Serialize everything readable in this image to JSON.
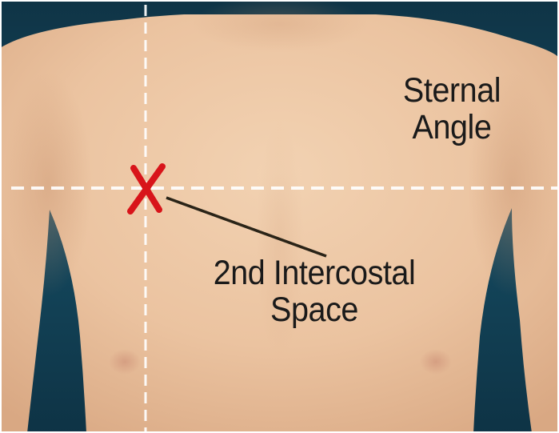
{
  "labels": {
    "sternal_angle": {
      "line1": "Sternal",
      "line2": "Angle"
    },
    "intercostal_space": {
      "line1": "2nd Intercostal",
      "line2": "Space"
    }
  },
  "marker": {
    "symbol": "X",
    "color": "#d8141a"
  },
  "colors": {
    "background": "#123f52",
    "skin": "#ebc3a0",
    "guide_lines": "#ffffff",
    "pointer_line": "#1a1a1a",
    "text": "#1a1a1a"
  }
}
